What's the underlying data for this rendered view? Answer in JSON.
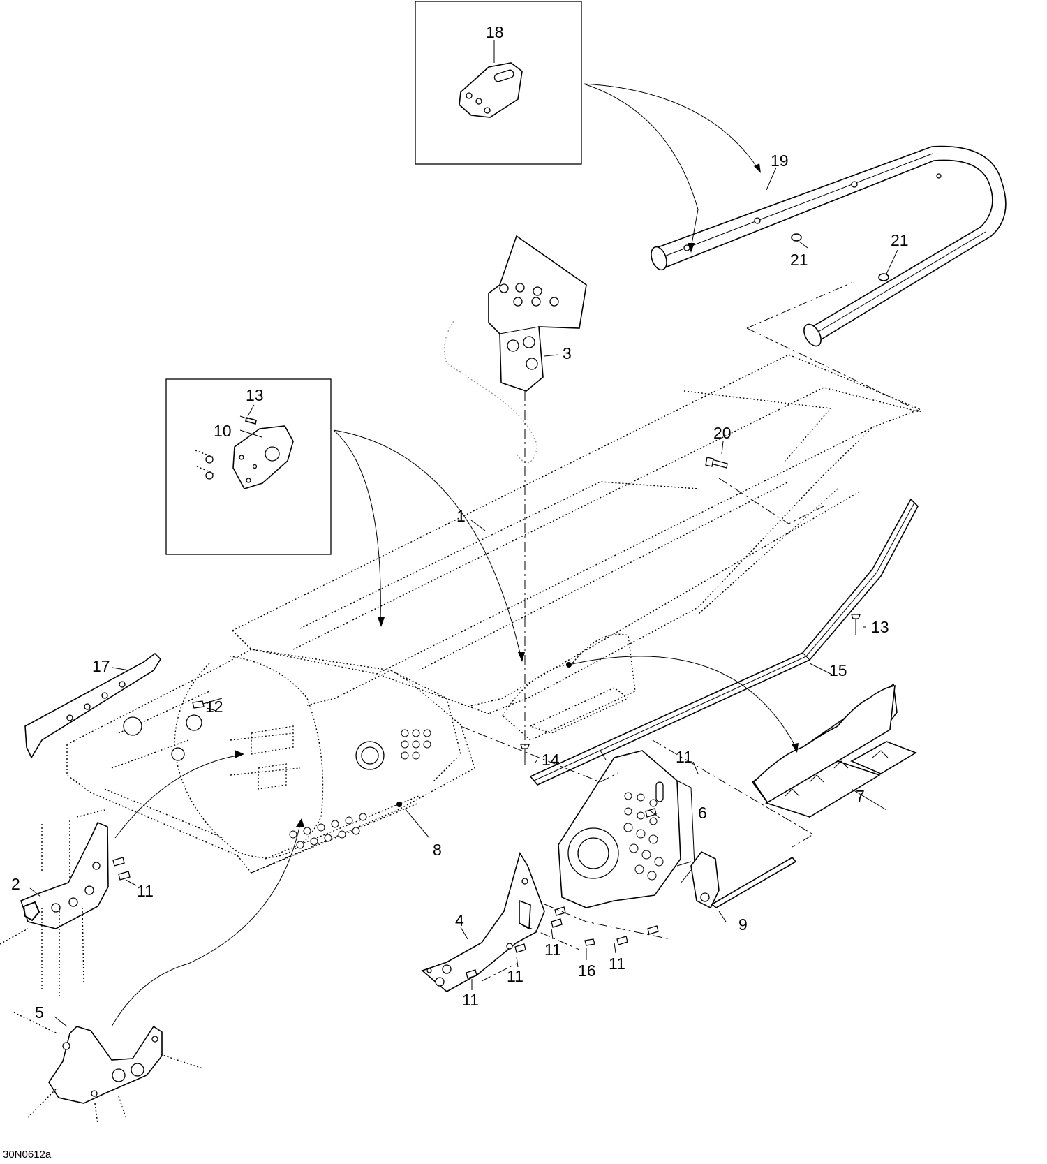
{
  "drawing_code": "30N0612a",
  "callouts": {
    "c1": "1",
    "c2": "2",
    "c3": "3",
    "c4": "4",
    "c5": "5",
    "c6": "6",
    "c7": "7",
    "c8": "8",
    "c9": "9",
    "c10": "10",
    "c11a": "11",
    "c11b": "11",
    "c11c": "11",
    "c11d": "11",
    "c11e": "11",
    "c11f": "11",
    "c12": "12",
    "c13a": "13",
    "c13b": "13",
    "c14": "14",
    "c15": "15",
    "c16": "16",
    "c17": "17",
    "c18": "18",
    "c19": "19",
    "c20": "20",
    "c21a": "21",
    "c21b": "21"
  }
}
